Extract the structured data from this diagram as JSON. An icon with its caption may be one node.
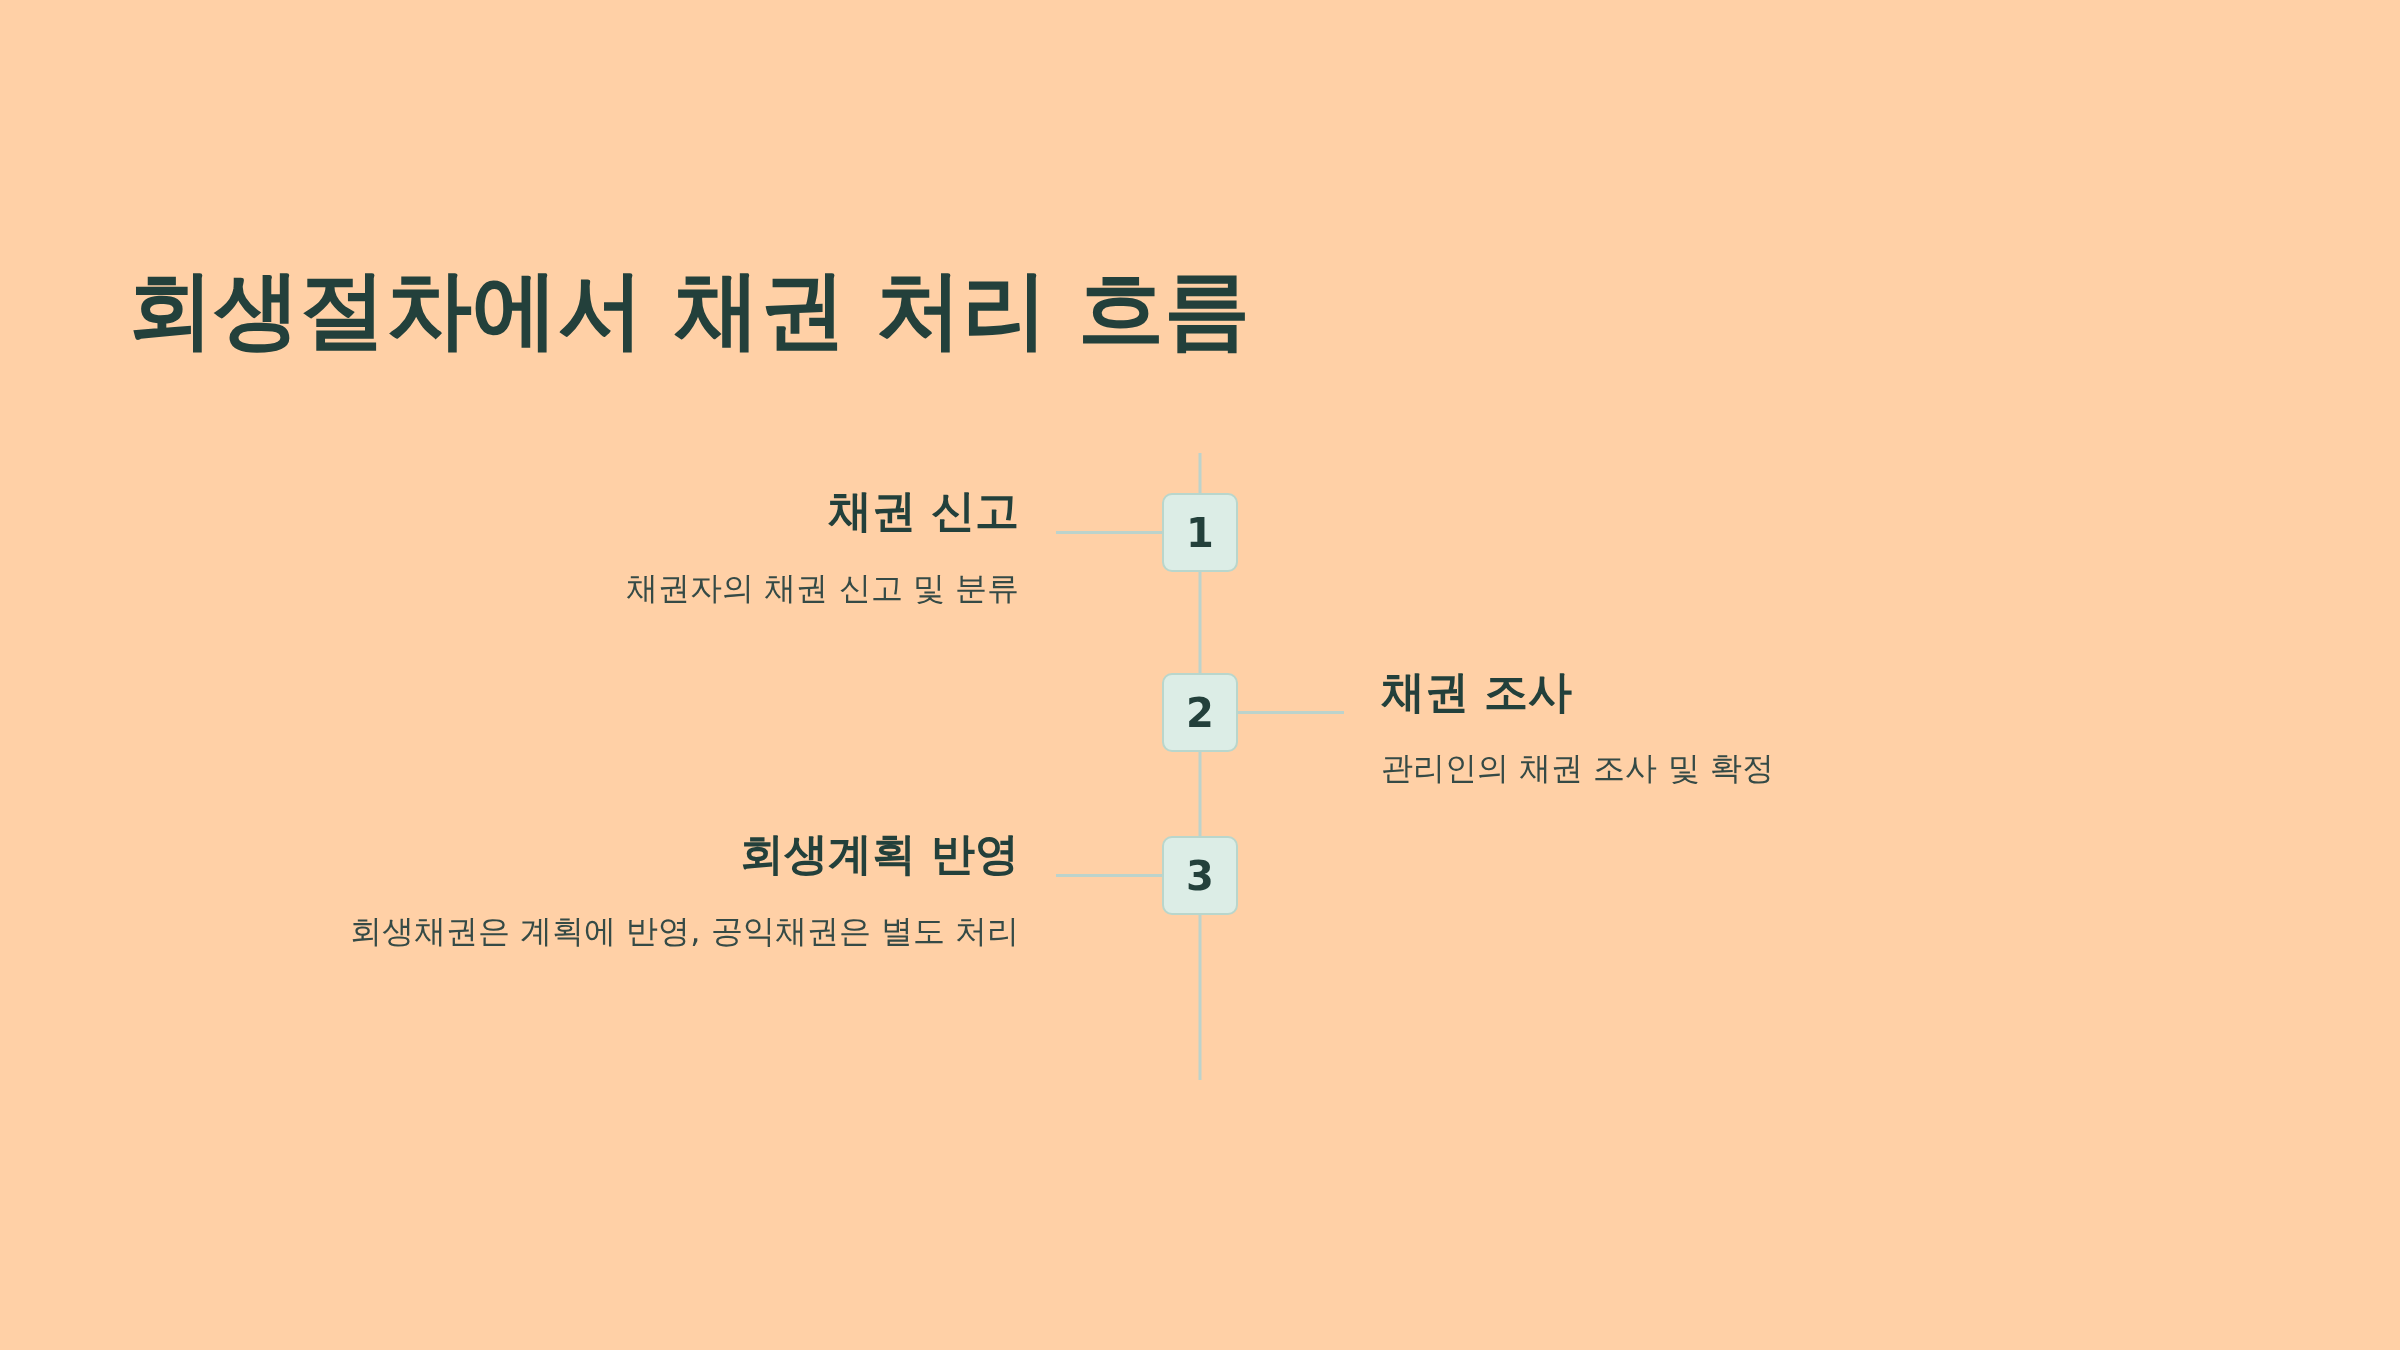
{
  "diagram": {
    "title": "회생절차에서 채권 처리 흐름",
    "nodes": [
      {
        "text": [
          "채권 신고",
          "채권자의 채권 신고 및 분류"
        ]
      },
      {
        "text": [
          "1"
        ]
      },
      {
        "text": [
          "2"
        ]
      },
      {
        "text": [
          "채권 조사",
          "관리인의 채권 조사 및 확정"
        ]
      },
      {
        "text": [
          "회생계획 반영",
          "회생채권은 계획에 반영, 공익채권은 별도 처리"
        ]
      },
      {
        "text": [
          "3"
        ]
      }
    ],
    "edges": [
      {
        "from": 1,
        "to": 0,
        "arrow": "none"
      },
      {
        "from": 2,
        "to": 3,
        "arrow": "none"
      },
      {
        "from": 5,
        "to": 4,
        "arrow": "none"
      },
      {
        "from": 1,
        "to": 2,
        "arrow": "none"
      },
      {
        "from": 2,
        "to": 5,
        "arrow": "none"
      }
    ]
  }
}
